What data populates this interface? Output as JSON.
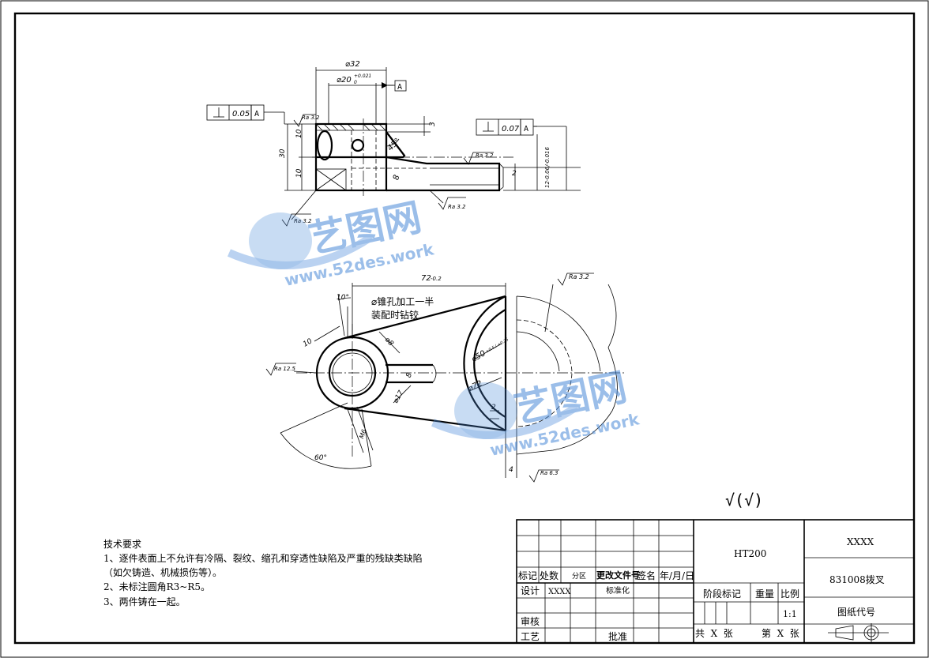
{
  "drawing": {
    "view_top": {
      "dim_phi32": "⌀32",
      "dim_phi20": "⌀20",
      "dim_phi20_tol_upper": "+0.021",
      "dim_phi20_tol_lower": "0",
      "datum_label": "A",
      "gdt_left_value": "0.05",
      "gdt_left_datum": "A",
      "gdt_right_value": "0.07",
      "gdt_right_datum": "A",
      "ra_top_left": "Ra 3.2",
      "ra_mid": "Ra 3.2",
      "ra_bottom": "Ra 3.2",
      "ra_lower_left": "Ra 3.2",
      "dim_30": "30",
      "dim_10_top": "10",
      "dim_10_bottom": "10",
      "dim_3": "3",
      "dim_45": "45°",
      "dim_8": "8",
      "dim_2": "2",
      "dim_tol_right": "12-0.06/-0.016"
    },
    "view_bottom": {
      "dim_72": "72",
      "dim_72_tol": "-0.2",
      "ra_top": "Ra 3.2",
      "ra_left": "Ra 12.5",
      "ra_bottom": "Ra 6.3",
      "note_line1": "⌀锥孔加工一半",
      "note_line2": "装配时钻铰",
      "dim_10deg": "10°",
      "dim_10": "10",
      "dim_phi8": "⌀8",
      "dim_phi50": "⌀50",
      "dim_phi50_tol": "+0.5 / +0.25",
      "dim_phi72": "⌀72",
      "dim_8": "8",
      "dim_phi17": "⌀17",
      "dim_2": "2",
      "dim_m6": "M6",
      "dim_60deg": "60°",
      "dim_4": "4"
    },
    "roughness_symbol": "√(√)"
  },
  "notes": {
    "title": "技术要求",
    "line1": "1、逐件表面上不允许有冷隔、裂纹、缩孔和穿透性缺陷及严重的残缺类缺陷",
    "line2": "（如欠铸造、机械损伤等）。",
    "line3": "2、未标注圆角R3~R5。",
    "line4": "3、两件铸在一起。"
  },
  "title_block": {
    "material": "HT200",
    "company": "XXXX",
    "part_name": "831008拨叉",
    "drawing_code_label": "图纸代号",
    "col_mark": "标记",
    "col_count": "处数",
    "col_zone": "分区",
    "col_change_doc": "更改文件号",
    "col_sign": "签名",
    "col_date": "年/月/日",
    "design": "设计",
    "designer": "XXXX",
    "standardize": "标准化",
    "stage_mark": "阶段标记",
    "weight": "重量",
    "scale": "比例",
    "scale_value": "1:1",
    "review": "审核",
    "process": "工艺",
    "approve": "批准",
    "total_sheets": "共  X  张",
    "sheet_no": "第  X  张"
  },
  "watermark": {
    "brand": "艺图网",
    "url": "www.52des.work",
    "color": "#4a8ad8"
  }
}
